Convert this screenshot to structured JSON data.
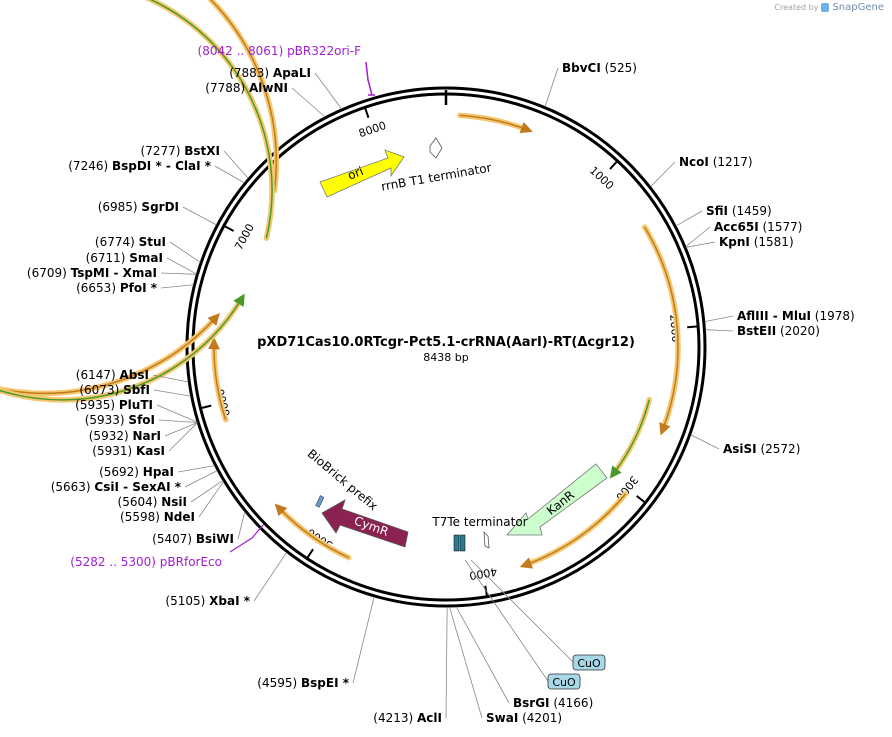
{
  "credit": {
    "created_by": "Created by",
    "brand": "SnapGene"
  },
  "plasmid": {
    "name": "pXD71Cas10.0RTcgr-Pct5.1-crRNA(AarI)-RT(Δcgr12)",
    "length_label": "8438 bp",
    "length": 8438
  },
  "ticks": [
    {
      "pos": 1000,
      "label": "1000"
    },
    {
      "pos": 2000,
      "label": "2000"
    },
    {
      "pos": 3000,
      "label": "3000"
    },
    {
      "pos": 4000,
      "label": "4000"
    },
    {
      "pos": 5000,
      "label": "5000"
    },
    {
      "pos": 6000,
      "label": "6000"
    },
    {
      "pos": 7000,
      "label": "7000"
    },
    {
      "pos": 8000,
      "label": "8000"
    }
  ],
  "sites": [
    {
      "name": "BbvCI",
      "coord": "(525)",
      "bold": true
    },
    {
      "name": "NcoI",
      "coord": "(1217)",
      "bold": true
    },
    {
      "name": "SfiI",
      "coord": "(1459)",
      "bold": true
    },
    {
      "name": "Acc65I",
      "coord": "(1577)",
      "bold": true
    },
    {
      "name": "KpnI",
      "coord": "(1581)",
      "bold": true
    },
    {
      "name": "AflIII  -  MluI",
      "coord": "(1978)",
      "bold": true
    },
    {
      "name": "BstEII",
      "coord": "(2020)",
      "bold": true
    },
    {
      "name": "AsiSI",
      "coord": "(2572)",
      "bold": true
    },
    {
      "name": "BsrGI",
      "coord": "(4166)",
      "bold": true
    },
    {
      "name": "SwaI",
      "coord": "(4201)",
      "bold": true
    },
    {
      "name": "AclI",
      "coord": "(4213)",
      "bold": true
    },
    {
      "name": "BspEI *",
      "coord": "(4595)",
      "bold": true
    },
    {
      "name": "XbaI *",
      "coord": "(5105)",
      "bold": true
    },
    {
      "name": "BsiWI",
      "coord": "(5407)",
      "bold": true
    },
    {
      "name": "NdeI",
      "coord": "(5598)",
      "bold": true
    },
    {
      "name": "NsiI",
      "coord": "(5604)",
      "bold": true
    },
    {
      "name": "CsiI  -  SexAI *",
      "coord": "(5663)",
      "bold": true
    },
    {
      "name": "HpaI",
      "coord": "(5692)",
      "bold": true
    },
    {
      "name": "KasI",
      "coord": "(5931)",
      "bold": true
    },
    {
      "name": "NarI",
      "coord": "(5932)",
      "bold": true
    },
    {
      "name": "SfoI",
      "coord": "(5933)",
      "bold": true
    },
    {
      "name": "PluTI",
      "coord": "(5935)",
      "bold": true
    },
    {
      "name": "SbfI",
      "coord": "(6073)",
      "bold": true
    },
    {
      "name": "AbsI",
      "coord": "(6147)",
      "bold": true
    },
    {
      "name": "PfoI *",
      "coord": "(6653)",
      "bold": true
    },
    {
      "name": "TspMI  -  XmaI",
      "coord": "(6709)",
      "bold": true
    },
    {
      "name": "SmaI",
      "coord": "(6711)",
      "bold": true
    },
    {
      "name": "StuI",
      "coord": "(6774)",
      "bold": true
    },
    {
      "name": "SgrDI",
      "coord": "(6985)",
      "bold": true
    },
    {
      "name": "BspDI *  -  ClaI *",
      "coord": "(7246)",
      "bold": true
    },
    {
      "name": "BstXI",
      "coord": "(7277)",
      "bold": true
    },
    {
      "name": "AlwNI",
      "coord": "(7788)",
      "bold": true
    },
    {
      "name": "ApaLI",
      "coord": "(7883)",
      "bold": true
    }
  ],
  "primers": [
    {
      "name": "pBR322ori-F",
      "range": "(8042 .. 8061)",
      "color": "#a020d0"
    },
    {
      "name": "pBRforEco",
      "range": "(5282 .. 5300)",
      "color": "#a020d0"
    }
  ],
  "features": [
    {
      "name": "ori",
      "color": "#ffff00"
    },
    {
      "name": "rrnB T1 terminator",
      "color": "#ffffff"
    },
    {
      "name": "KanR",
      "color": "#ccffcc"
    },
    {
      "name": "T7Te terminator",
      "color": "#ffffff"
    },
    {
      "name": "CymR",
      "color": "#8b2252"
    },
    {
      "name": "BioBrick prefix",
      "color": "#6699cc"
    },
    {
      "name": "CuO",
      "color": "#a8d8e8"
    },
    {
      "name": "CuO",
      "color": "#a8d8e8"
    }
  ],
  "colors": {
    "orf_outline": "#f5c870",
    "orf_arrow": "#c27a1e",
    "green_arrow": "#4a9a2a",
    "backbone": "#000000",
    "primer": "#a020d0"
  }
}
